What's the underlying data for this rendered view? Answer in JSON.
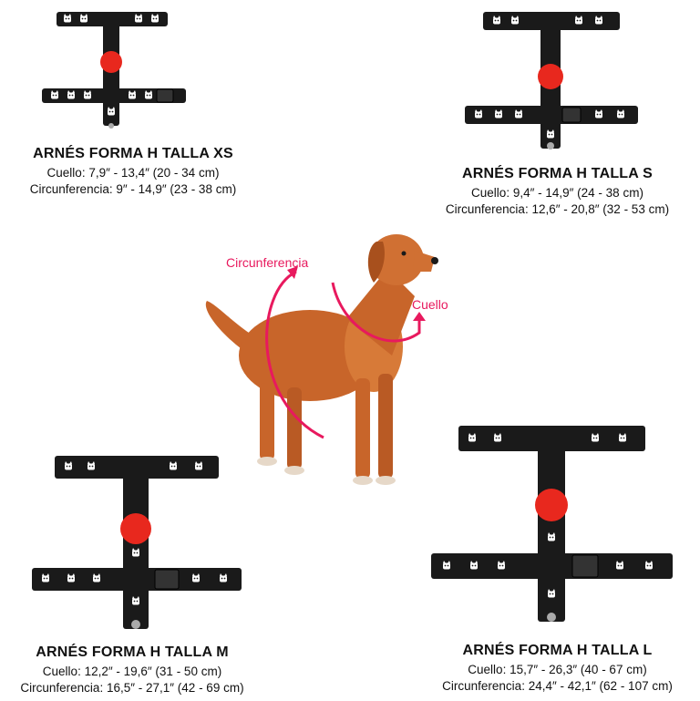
{
  "sizes": {
    "xs": {
      "title": "ARNÉS FORMA H TALLA XS",
      "neck": "Cuello: 7,9″ - 13,4″ (20 - 34 cm)",
      "girth": "Circunferencia: 9″ - 14,9″ (23 - 38 cm)"
    },
    "s": {
      "title": "ARNÉS FORMA H TALLA S",
      "neck": "Cuello: 9,4″ - 14,9″ (24 - 38 cm)",
      "girth": "Circunferencia: 12,6″ - 20,8″ (32 - 53 cm)"
    },
    "m": {
      "title": "ARNÉS FORMA H TALLA M",
      "neck": "Cuello: 12,2″ - 19,6″ (31 - 50 cm)",
      "girth": "Circunferencia: 16,5″ - 27,1″ (42 - 69 cm)"
    },
    "l": {
      "title": "ARNÉS FORMA H TALLA L",
      "neck": "Cuello: 15,7″ - 26,3″ (40 - 67 cm)",
      "girth": "Circunferencia: 24,4″ - 42,1″ (62 - 107 cm)"
    }
  },
  "measures": {
    "girth_label": "Circunferencia",
    "neck_label": "Cuello"
  },
  "colors": {
    "strap": "#1a1a1a",
    "accent_red": "#e8281e",
    "arrow_pink": "#e8195e",
    "dog_fur": "#c8652a"
  }
}
